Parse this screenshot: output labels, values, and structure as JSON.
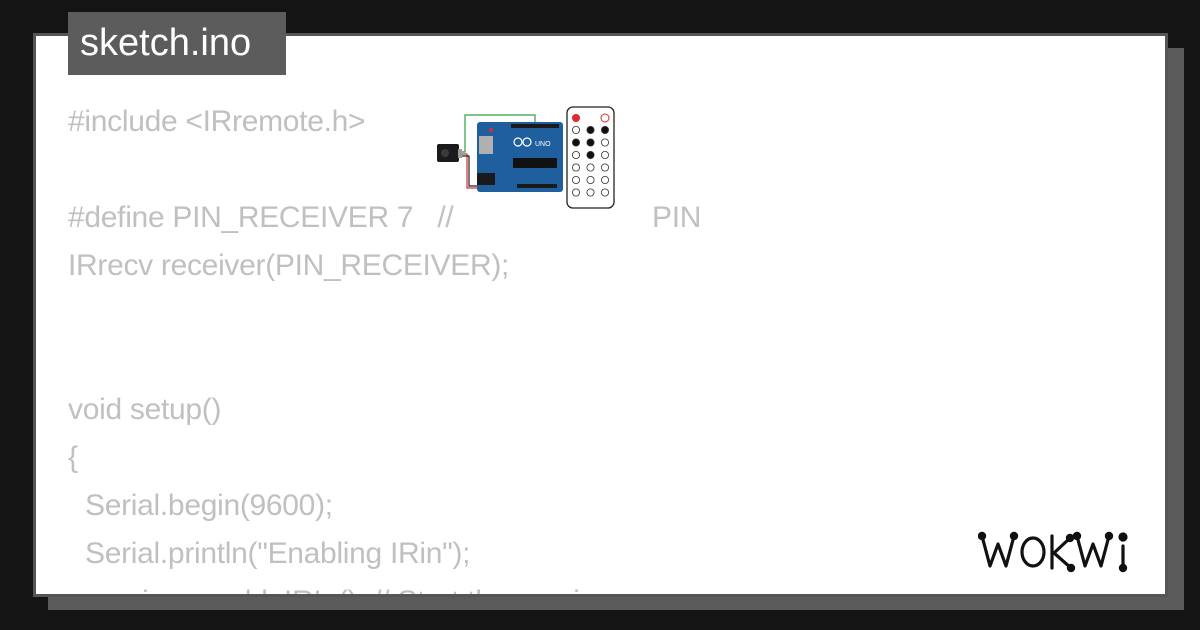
{
  "file": {
    "name": "sketch.ino"
  },
  "code": {
    "line1": "#include <IRremote.h>",
    "line2": "#define PIN_RECEIVER 7   //",
    "line2_tail": "PIN",
    "line3": "IRrecv receiver(PIN_RECEIVER);",
    "line4": "void setup()",
    "line5": "{",
    "line6": "Serial.begin(9600);",
    "line7": "Serial.println(\"Enabling IRin\");",
    "line8": "receiver.enableIRIn(); // Start the receiver"
  },
  "board": {
    "label": "UNO"
  },
  "brand": {
    "logo_text": "WOKWI"
  },
  "colors": {
    "code_text": "#c0c0c0",
    "board_blue": "#1f5f9e",
    "remote_power": "#e02b2b",
    "wire_green": "#2ea043",
    "wire_red": "#d33"
  }
}
